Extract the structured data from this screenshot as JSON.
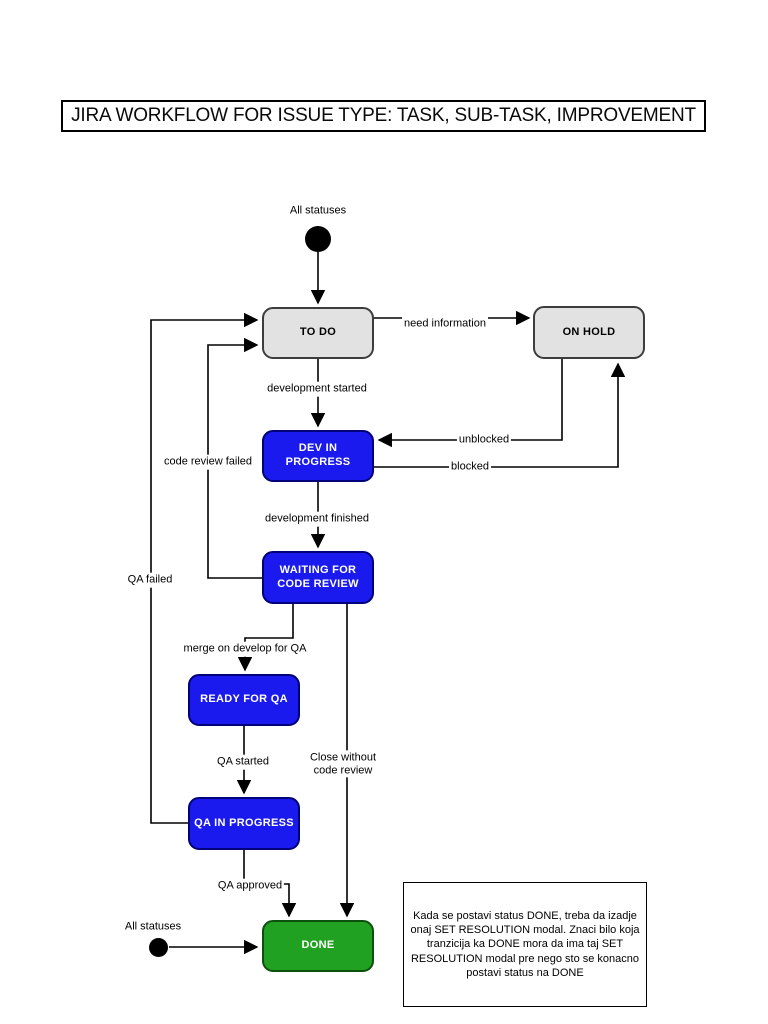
{
  "title": "JIRA WORKFLOW FOR ISSUE TYPE: TASK, SUB-TASK, IMPROVEMENT",
  "colors": {
    "node_gray": "#e2e2e2",
    "node_blue": "#1a1aee",
    "node_green": "#21a121",
    "line": "#000000",
    "background": "#ffffff"
  },
  "start_nodes": {
    "top": {
      "label": "All statuses",
      "points_to": "TO DO"
    },
    "bottom": {
      "label": "All statuses",
      "points_to": "DONE"
    }
  },
  "nodes": {
    "to_do": {
      "label": "TO DO",
      "color": "gray"
    },
    "on_hold": {
      "label": "ON HOLD",
      "color": "gray"
    },
    "dev_in_progress": {
      "label": "DEV IN PROGRESS",
      "color": "blue"
    },
    "waiting_for_code_review": {
      "label": "WAITING FOR CODE REVIEW",
      "color": "blue"
    },
    "ready_for_qa": {
      "label": "READY FOR QA",
      "color": "blue"
    },
    "qa_in_progress": {
      "label": "QA IN PROGRESS",
      "color": "blue"
    },
    "done": {
      "label": "DONE",
      "color": "green"
    }
  },
  "edges": {
    "start_top_to_todo": {
      "from": "start (All statuses)",
      "to": "TO DO",
      "label": ""
    },
    "need_information": {
      "from": "TO DO",
      "to": "ON HOLD",
      "label": "need information"
    },
    "development_started": {
      "from": "TO DO",
      "to": "DEV IN PROGRESS",
      "label": "development started"
    },
    "unblocked": {
      "from": "ON HOLD",
      "to": "DEV IN PROGRESS",
      "label": "unblocked"
    },
    "blocked": {
      "from": "DEV IN PROGRESS",
      "to": "ON HOLD",
      "label": "blocked"
    },
    "development_finished": {
      "from": "DEV IN PROGRESS",
      "to": "WAITING FOR CODE REVIEW",
      "label": "development finished"
    },
    "code_review_failed": {
      "from": "WAITING FOR CODE REVIEW",
      "to": "TO DO",
      "label": "code review failed"
    },
    "merge_on_develop_for_qa": {
      "from": "WAITING FOR CODE REVIEW",
      "to": "READY FOR QA",
      "label": "merge on develop for QA"
    },
    "qa_started": {
      "from": "READY FOR QA",
      "to": "QA IN PROGRESS",
      "label": "QA started"
    },
    "qa_failed": {
      "from": "QA IN PROGRESS",
      "to": "TO DO",
      "label": "QA failed"
    },
    "qa_approved": {
      "from": "QA IN PROGRESS",
      "to": "DONE",
      "label": "QA approved"
    },
    "close_without_code_review": {
      "from": "WAITING FOR CODE REVIEW",
      "to": "DONE",
      "label": [
        "Close without",
        "code review"
      ]
    },
    "start_bottom_to_done": {
      "from": "start (All statuses)",
      "to": "DONE",
      "label": ""
    }
  },
  "note": {
    "text": [
      "Kada se postavi status DONE, treba da izadje",
      "onaj SET RESOLUTION modal. Znaci bilo koja",
      "tranzicija ka DONE mora da ima taj SET",
      "RESOLUTION modal pre nego sto se konacno",
      "postavi status na DONE"
    ]
  }
}
